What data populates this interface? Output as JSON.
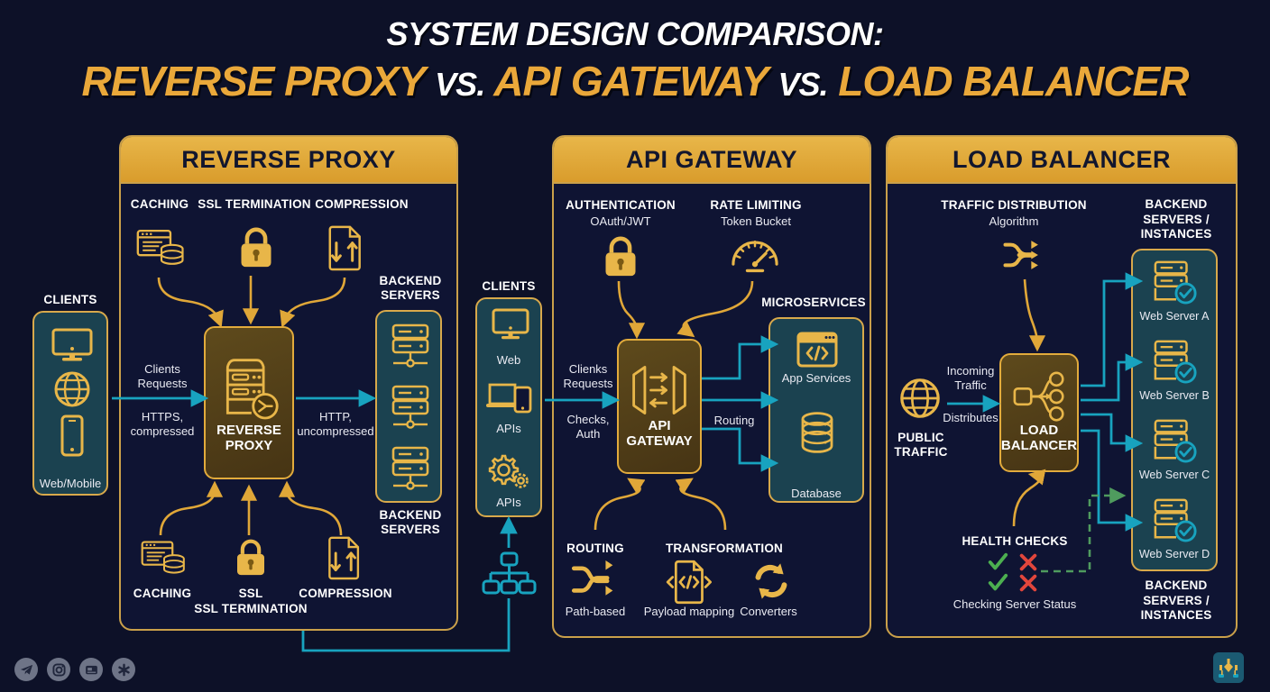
{
  "title": {
    "line1": "SYSTEM DESIGN COMPARISON:",
    "part1": "REVERSE PROXY",
    "vs1": "VS.",
    "part2": "API GATEWAY",
    "vs2": "VS.",
    "part3": "LOAD BALANCER"
  },
  "colors": {
    "background": "#0d1128",
    "gold": "#e8b649",
    "gold_border": "#caa04a",
    "teal_box": "#1b4250",
    "cyan_arrow": "#18a3bf",
    "green_check": "#4caf50",
    "red_x": "#e2463c",
    "white": "#ffffff"
  },
  "clients_left": {
    "title": "CLIENTS",
    "caption": "Web/Mobile",
    "icons": [
      "monitor-icon",
      "globe-icon",
      "phone-icon"
    ]
  },
  "clients_mid": {
    "title": "CLIENTS",
    "items": [
      {
        "icon": "monitor-icon",
        "label": "Web"
      },
      {
        "icon": "laptop-phone-icon",
        "label": "APIs"
      },
      {
        "icon": "gears-icon",
        "label": "APIs"
      }
    ],
    "network_icon": "sitemap-icon"
  },
  "reverse_proxy": {
    "header": "REVERSE PROXY",
    "top_features": [
      {
        "label": "CACHING",
        "icon": "cache-window-db-icon"
      },
      {
        "label": "SSL TERMINATION",
        "icon": "lock-icon"
      },
      {
        "label": "COMPRESSION",
        "icon": "compress-file-icon"
      }
    ],
    "bottom_features": [
      {
        "label": "CACHING",
        "icon": "cache-window-db-icon"
      },
      {
        "label": "SSL",
        "label2": "SSL TERMINATION",
        "icon": "lock-icon"
      },
      {
        "label": "COMPRESSION",
        "icon": "compress-file-icon"
      }
    ],
    "core": {
      "label_line1": "REVERSE",
      "label_line2": "PROXY",
      "icon": "server-proxy-icon"
    },
    "in_label_line1": "Clients",
    "in_label_line2": "Requests",
    "in_label_line3": "HTTPS,",
    "in_label_line4": "compressed",
    "out_label_line1": "HTTP,",
    "out_label_line2": "uncompressed",
    "backend_title_top": "BACKEND\nSERVERS",
    "backend_title_top_l1": "BACKEND",
    "backend_title_top_l2": "SERVERS",
    "backend_title_bottom_l1": "BACKEND",
    "backend_title_bottom_l2": "SERVERS",
    "backend_icon": "server-rack-icon",
    "backend_count": 3
  },
  "api_gateway": {
    "header": "API GATEWAY",
    "top_features": [
      {
        "label": "AUTHENTICATION",
        "sub": "OAuth/JWT",
        "icon": "lock-icon"
      },
      {
        "label": "RATE LIMITING",
        "sub": "Token Bucket",
        "icon": "gauge-icon"
      }
    ],
    "bottom_features": [
      {
        "label": "ROUTING",
        "sub": "Path-based",
        "icon": "shuffle-icon"
      },
      {
        "label": "TRANSFORMATION",
        "sub": "Payload mapping",
        "icon": "code-file-icon"
      },
      {
        "label": "",
        "sub": "Converters",
        "icon": "convert-arrows-icon"
      }
    ],
    "core": {
      "label_line1": "API",
      "label_line2": "GATEWAY",
      "icon": "gateway-doors-icon"
    },
    "in_label_line1": "Clienks",
    "in_label_line2": "Requests",
    "in_label_line3": "Checks,",
    "in_label_line4": "Auth",
    "out_label": "Routing",
    "microservices_title": "MICROSERVICES",
    "microservices": [
      {
        "icon": "code-window-icon",
        "label": "App Services"
      },
      {
        "icon": "database-icon",
        "label": "Database"
      }
    ]
  },
  "load_balancer": {
    "header": "LOAD BALANCER",
    "traffic_distribution": {
      "label": "TRAFFIC DISTRIBUTION",
      "sub": "Algorithm",
      "icon": "shuffle-icon"
    },
    "core": {
      "label_line1": "LOAD",
      "label_line2": "BALANCER",
      "icon": "distribute-nodes-icon"
    },
    "public_traffic_l1": "PUBLIC",
    "public_traffic_l2": "TRAFFIC",
    "public_traffic_icon": "globe-icon",
    "in_label_line1": "Incoming",
    "in_label_line2": "Traffic",
    "in_label_line3": "Distributes",
    "health_checks": {
      "label": "HEALTH CHECKS",
      "sub": "Checking Server Status",
      "marks": [
        "check",
        "cross",
        "check",
        "cross"
      ]
    },
    "backend_title_top_l1": "BACKEND",
    "backend_title_top_l2": "SERVERS /",
    "backend_title_top_l3": "INSTANCES",
    "backend_title_bottom_l1": "BACKEND",
    "backend_title_bottom_l2": "SERVERS /",
    "backend_title_bottom_l3": "INSTANCES",
    "servers": [
      {
        "icon": "server-check-icon",
        "label": "Web Server A"
      },
      {
        "icon": "server-check-icon",
        "label": "Web Server B"
      },
      {
        "icon": "server-check-icon",
        "label": "Web Server C"
      },
      {
        "icon": "server-check-icon",
        "label": "Web Server D"
      }
    ]
  },
  "footer": {
    "social": [
      "telegram-icon",
      "instagram-icon",
      "chat-icon",
      "asterisk-icon"
    ],
    "brand": "brand-logo-icon"
  }
}
